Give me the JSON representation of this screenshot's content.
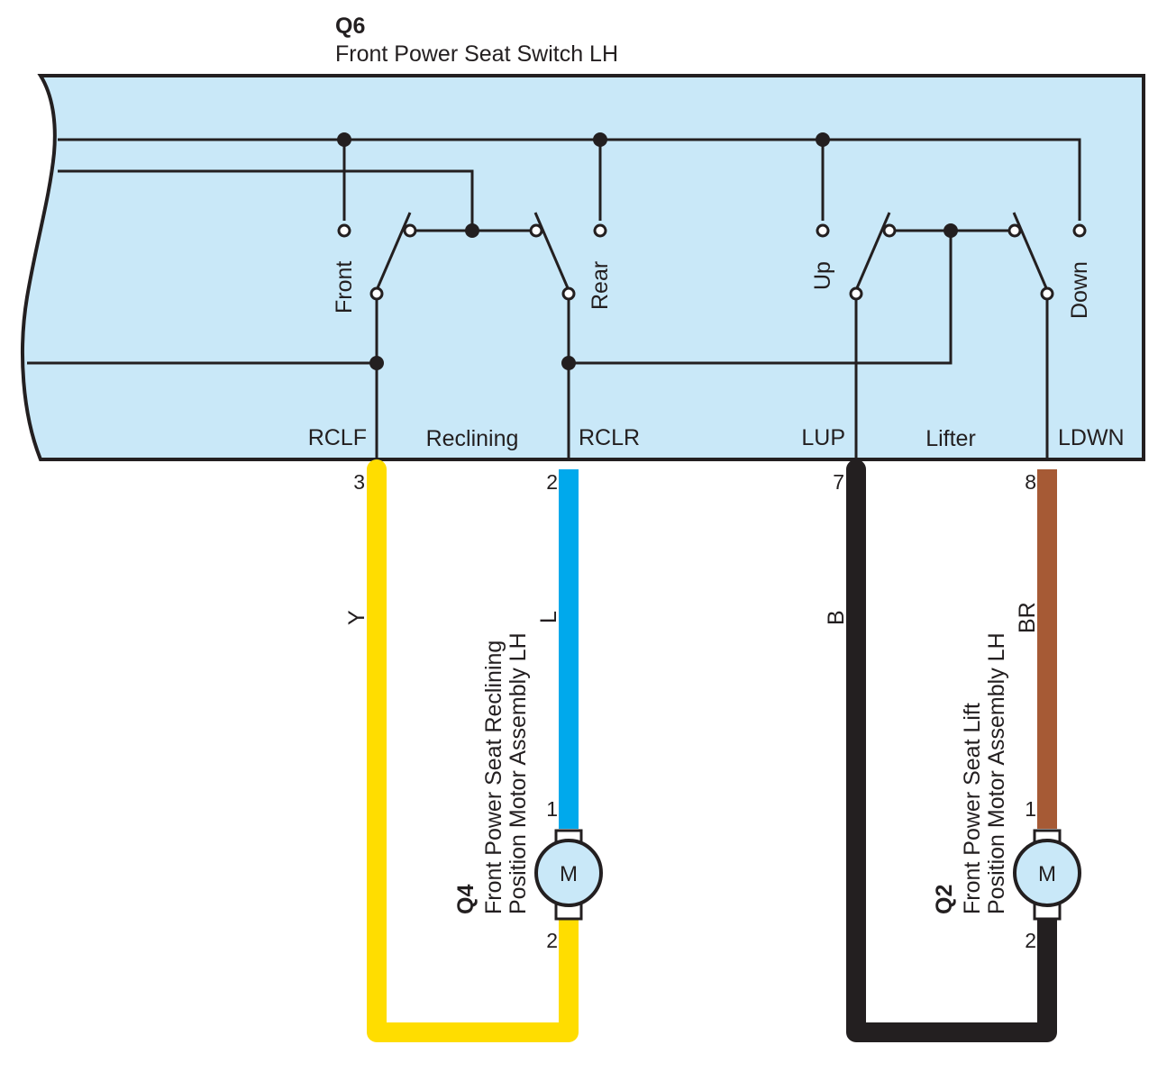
{
  "header": {
    "code": "Q6",
    "name": "Front Power Seat Switch LH"
  },
  "switch": {
    "positions": {
      "front": "Front",
      "rear": "Rear",
      "up": "Up",
      "down": "Down"
    },
    "groups": {
      "reclining": "Reclining",
      "lifter": "Lifter"
    },
    "terminals": {
      "rclf": "RCLF",
      "rclr": "RCLR",
      "lup": "LUP",
      "ldwn": "LDWN"
    }
  },
  "pins": {
    "rclf": "3",
    "rclr": "2",
    "lup": "7",
    "ldwn": "8"
  },
  "wires": {
    "yellow": {
      "code": "Y",
      "color": "#ffdd00"
    },
    "blue": {
      "code": "L",
      "color": "#00a9ec"
    },
    "black": {
      "code": "B",
      "color": "#231f20"
    },
    "brown": {
      "code": "BR",
      "color": "#a65a35"
    }
  },
  "motors": {
    "reclining": {
      "code": "Q4",
      "line1": "Front Power Seat Reclining",
      "line2": "Position Motor Assembly LH",
      "symbol": "M",
      "pin_top": "1",
      "pin_bottom": "2"
    },
    "lift": {
      "code": "Q2",
      "line1": "Front Power Seat Lift",
      "line2": "Position Motor Assembly LH",
      "symbol": "M",
      "pin_top": "1",
      "pin_bottom": "2"
    }
  },
  "colors": {
    "component_fill": "#c9e8f8",
    "outline": "#231f20"
  }
}
